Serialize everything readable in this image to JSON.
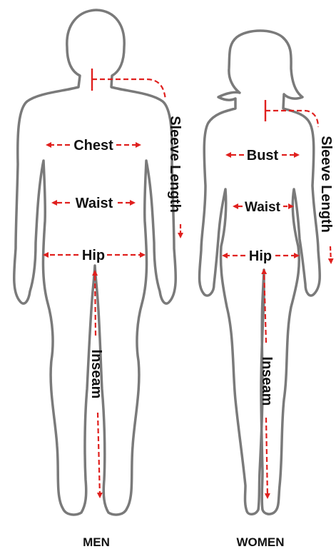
{
  "colors": {
    "outline": "#7a7a7a",
    "measure": "#e0201e",
    "text": "#111111",
    "background": "#ffffff"
  },
  "men": {
    "caption": "MEN",
    "chest": "Chest",
    "waist": "Waist",
    "hip": "Hip",
    "sleeve": "Sleeve Length",
    "inseam": "Inseam"
  },
  "women": {
    "caption": "WOMEN",
    "bust": "Bust",
    "waist": "Waist",
    "hip": "Hip",
    "sleeve": "Sleeve Length",
    "inseam": "Inseam"
  }
}
